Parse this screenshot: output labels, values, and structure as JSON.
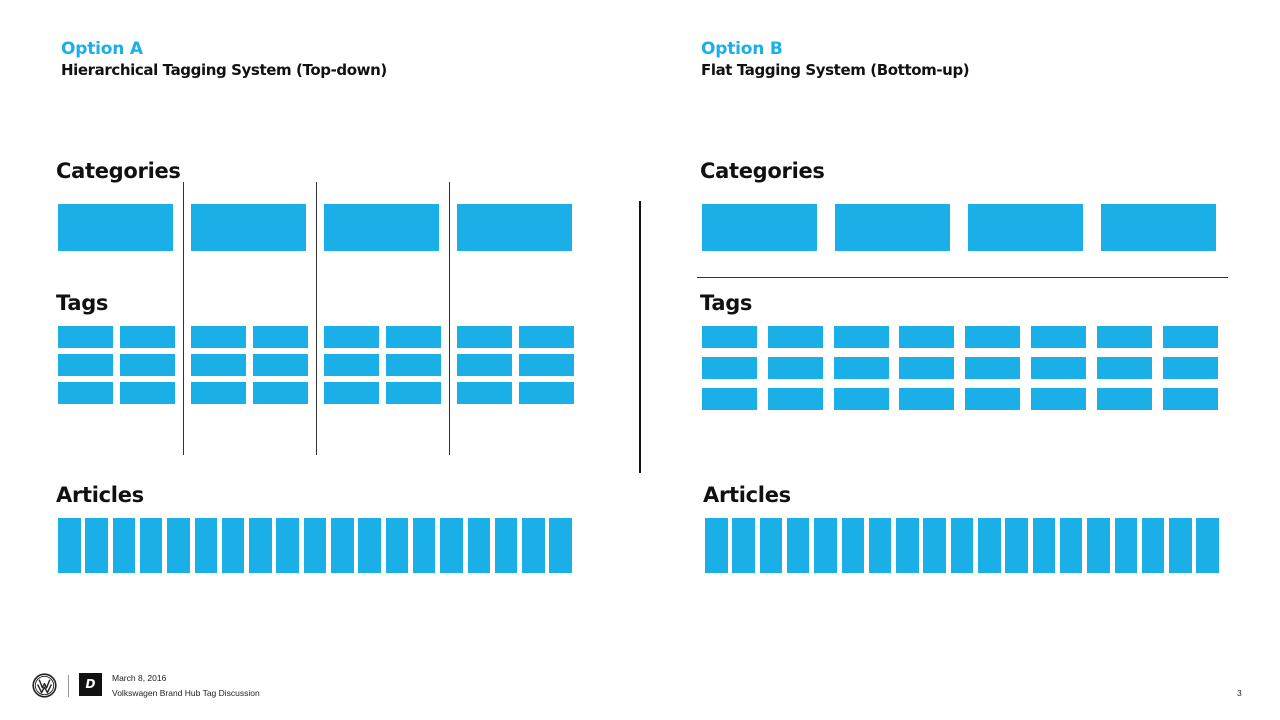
{
  "colors": {
    "accent": "#1aafe6",
    "text": "#111111",
    "divider": "#333333"
  },
  "option_a": {
    "label": "Option A",
    "subtitle": "Hierarchical Tagging System (Top-down)",
    "categories_heading": "Categories",
    "tags_heading": "Tags",
    "articles_heading": "Articles",
    "category_count": 4,
    "tags_per_category": 6,
    "article_count": 19
  },
  "option_b": {
    "label": "Option B",
    "subtitle": "Flat Tagging System (Bottom-up)",
    "categories_heading": "Categories",
    "tags_heading": "Tags",
    "articles_heading": "Articles",
    "category_count": 4,
    "tag_count": 24,
    "article_count": 19
  },
  "footer": {
    "date": "March 8, 2016",
    "title": "Volkswagen Brand Hub Tag Discussion",
    "page_number": "3",
    "logo_icon": "vw-logo-icon",
    "brand_mark_letter": "D"
  }
}
